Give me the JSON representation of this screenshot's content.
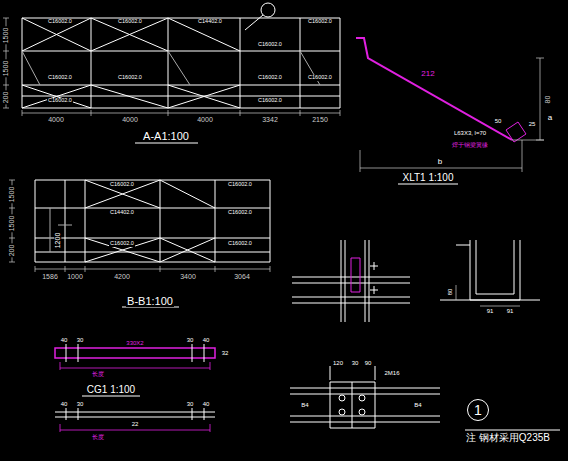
{
  "diagram": {
    "nodes": [
      {
        "text": [
          "1"
        ]
      }
    ],
    "labels": [
      "1500",
      "1500",
      "200",
      "4000",
      "4000",
      "4000",
      "3342",
      "2150",
      "C16002.0",
      "C16002.0",
      "C14402.0",
      "C16002.0",
      "C16002.0",
      "C16002.0",
      "C16002.0",
      "C16002.0",
      "C16002.0",
      "C16002.0",
      "C16002.0",
      "A-A1:100",
      "1500",
      "1500",
      "200",
      "1200",
      "1586",
      "1000",
      "4200",
      "3400",
      "3064",
      "C16002.0",
      "C16002.0",
      "C14402.0",
      "C16002.0",
      "C16002.0",
      "C16002.0",
      "B-B1:100",
      "212",
      "80",
      "a",
      "b",
      "L63X3, l=70",
      "焊于钢梁翼缘",
      "50",
      "25",
      "XLT1 1:100",
      "80",
      "91",
      "91",
      "120",
      "30",
      "90",
      "2M16",
      "B4",
      "B4",
      "40",
      "30",
      "30",
      "40",
      "330X2",
      "32",
      "长度",
      "CG1 1:100",
      "40",
      "30",
      "30",
      "40",
      "22",
      "长度",
      "注 钢材采用Q235B"
    ]
  }
}
